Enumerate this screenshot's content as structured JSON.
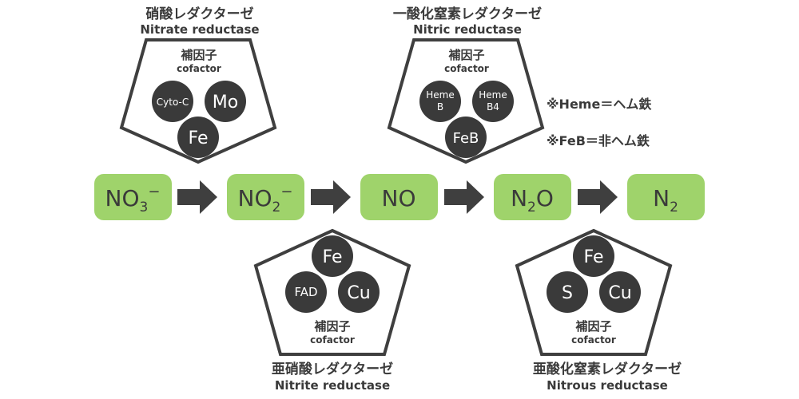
{
  "colors": {
    "green": "#9fd36b",
    "dark": "#3a3a3a",
    "pentagon_stroke": "#3f3f3f"
  },
  "enzymes": {
    "nitrate": {
      "name_jp": "硝酸レダクターゼ",
      "name_en": "Nitrate reductase",
      "cofactor_jp": "補因子",
      "cofactor_en": "cofactor",
      "cofactors": [
        "Cyto-C",
        "Mo",
        "Fe"
      ]
    },
    "nitric": {
      "name_jp": "一酸化窒素レダクターゼ",
      "name_en": "Nitric reductase",
      "cofactor_jp": "補因子",
      "cofactor_en": "cofactor",
      "cofactors": [
        {
          "line1": "Heme",
          "line2": "B"
        },
        {
          "line1": "Heme",
          "line2": "B4"
        },
        "FeB"
      ]
    },
    "nitrite": {
      "name_jp": "亜硝酸レダクターゼ",
      "name_en": "Nitrite reductase",
      "cofactor_jp": "補因子",
      "cofactor_en": "cofactor",
      "cofactors": [
        "Fe",
        "FAD",
        "Cu"
      ]
    },
    "nitrous": {
      "name_jp": "亜酸化窒素レダクターゼ",
      "name_en": "Nitrous reductase",
      "cofactor_jp": "補因子",
      "cofactor_en": "cofactor",
      "cofactors": [
        "Fe",
        "S",
        "Cu"
      ]
    }
  },
  "notes": [
    "※Heme＝ヘム鉄",
    "※FeB＝非ヘム鉄"
  ],
  "compounds": [
    {
      "base": "NO",
      "sub": "3",
      "sup": "−"
    },
    {
      "base": "NO",
      "sub": "2",
      "sup": "−"
    },
    {
      "base": "NO",
      "sub": "",
      "sup": ""
    },
    {
      "base": "N",
      "sub": "2",
      "tail": "O"
    },
    {
      "base": "N",
      "sub": "2",
      "tail": ""
    }
  ],
  "arrows": 4
}
